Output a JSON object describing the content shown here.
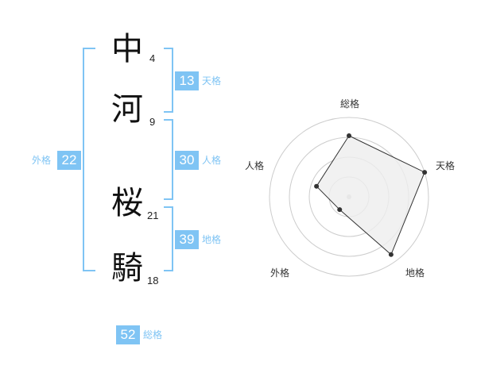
{
  "name": {
    "chars": [
      {
        "char": "中",
        "strokes": "4"
      },
      {
        "char": "河",
        "strokes": "9"
      },
      {
        "char": "桜",
        "strokes": "21"
      },
      {
        "char": "騎",
        "strokes": "18"
      }
    ]
  },
  "fortunes": {
    "tenkaku": {
      "value": "13",
      "label": "天格"
    },
    "jinkaku": {
      "value": "30",
      "label": "人格"
    },
    "chikaku": {
      "value": "39",
      "label": "地格"
    },
    "gaikaku": {
      "value": "22",
      "label": "外格"
    },
    "soukaku": {
      "value": "52",
      "label": "総格"
    }
  },
  "radar": {
    "labels": {
      "soukaku": "総格",
      "tenkaku": "天格",
      "chikaku": "地格",
      "gaikaku": "外格",
      "jinkaku": "人格"
    }
  },
  "chart_data": {
    "type": "radar",
    "axes": [
      "総格",
      "天格",
      "地格",
      "外格",
      "人格"
    ],
    "values": [
      0.77,
      1.0,
      0.9,
      0.2,
      0.43
    ],
    "rings": 4,
    "colors": {
      "fill": "#eeeeee",
      "stroke": "#333333",
      "grid": "#cccccc",
      "accent": "#7fc4f4"
    }
  }
}
